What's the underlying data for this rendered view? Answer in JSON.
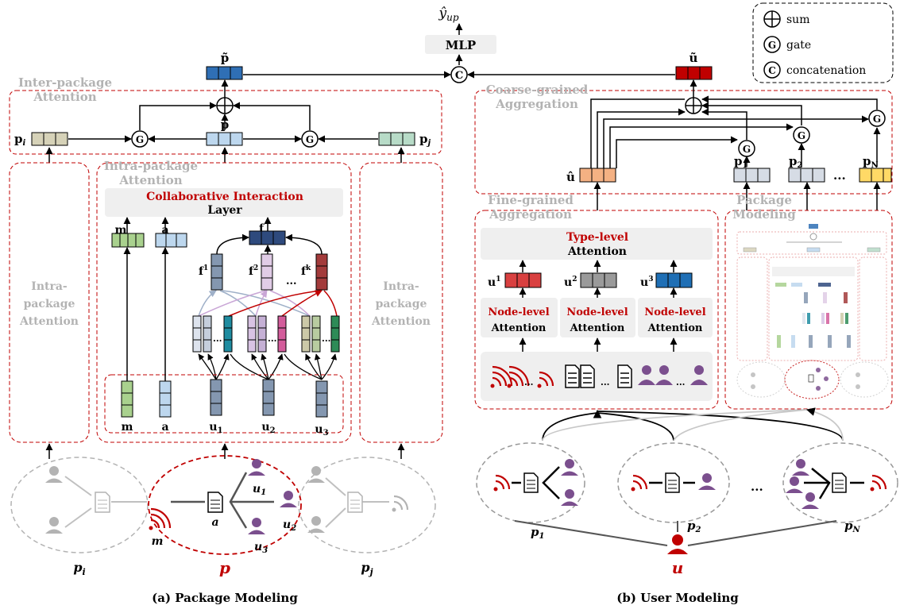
{
  "header": {
    "output": "ŷ",
    "output_sub": "up",
    "mlp": "MLP"
  },
  "legend": {
    "sum": "sum",
    "gate": "gate",
    "concat": "concatenation",
    "gate_sym": "G",
    "concat_sym": "C"
  },
  "left": {
    "inter_title_1": "Inter-package",
    "inter_title_2": "Attention",
    "intra_title_1": "Intra-package",
    "intra_title_2": "Attention",
    "intra_side_1": "Intra-",
    "intra_side_2": "package",
    "intra_side_3": "Attention",
    "collab_1": "Collaborative Interaction",
    "collab_2": "Layer",
    "vec_p_tilde": "p̃",
    "vec_p": "p",
    "vec_pi": "p",
    "vec_pi_sub": "i",
    "vec_pj": "p",
    "vec_pj_sub": "j",
    "vec_m": "m",
    "vec_a": "a",
    "vec_f": "f",
    "f1": "f",
    "f1_sup": "1",
    "f2": "f",
    "f2_sup": "2",
    "fk": "f",
    "fk_sup": "k",
    "dots": "...",
    "in_m": "m",
    "in_a": "a",
    "in_u1": "u",
    "in_u1_sub": "1",
    "in_u2": "u",
    "in_u2_sub": "2",
    "in_u3": "u",
    "in_u3_sub": "3",
    "g_m": "m",
    "g_a": "a",
    "g_u1": "u",
    "g_u1_sub": "1",
    "g_u2": "u",
    "g_u2_sub": "2",
    "g_u3": "u",
    "g_u3_sub": "3",
    "g_pi": "p",
    "g_pi_sub": "i",
    "g_p": "p",
    "g_pj": "p",
    "g_pj_sub": "j",
    "caption": "(a) Package Modeling"
  },
  "right": {
    "coarse_1": "Coarse-grained",
    "coarse_2": "Aggregation",
    "fine_1": "Fine-grained",
    "fine_2": "Aggregation",
    "pkg_1": "Package",
    "pkg_2": "Modeling",
    "type_1": "Type-level",
    "type_2": "Attention",
    "node_1": "Node-level",
    "node_2": "Attention",
    "vec_u_tilde": "ũ",
    "vec_u_hat": "û",
    "vec_p1": "p",
    "vec_p1_sub": "1",
    "vec_p2": "p",
    "vec_p2_sub": "2",
    "vec_pN": "p",
    "vec_pN_sub": "N",
    "dots": "...",
    "u1": "u",
    "u1_sup": "1",
    "u2": "u",
    "u2_sup": "2",
    "u3": "u",
    "u3_sup": "3",
    "g_p1": "p",
    "g_p1_sub": "1",
    "g_p2": "p",
    "g_p2_sub": "2",
    "g_pN": "p",
    "g_pN_sub": "N",
    "g_u": "u",
    "caption": "(b) User Modeling"
  },
  "colors": {
    "red": "#c00000",
    "gray": "#b3b3b3",
    "dark_blue": "#2e4a7d",
    "blue": "#2f6fb5",
    "light_blue": "#bdd7ee",
    "green": "#a9d18e",
    "purple": "#7b4f8e",
    "orange": "#f4b183",
    "yellow": "#ffd966"
  }
}
